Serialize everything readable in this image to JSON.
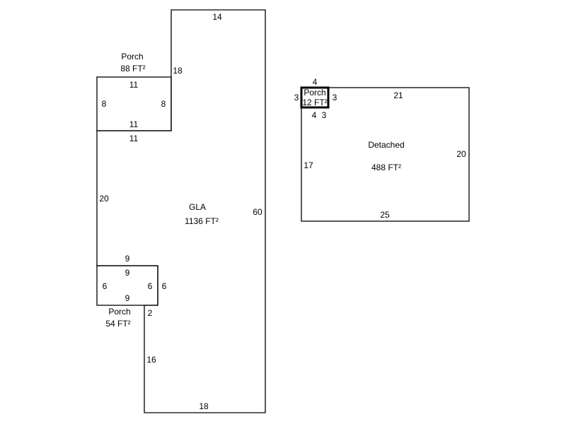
{
  "gla": {
    "name": "GLA",
    "area": "1136 FT²",
    "dims": {
      "top": "14",
      "right": "60",
      "bottom": "18",
      "left_lower": "16",
      "step": "2",
      "left_mid": "20",
      "porch_top_side": "18",
      "under_porch": "11",
      "above_lower_porch": "9",
      "right_of_lower_porch": "6"
    }
  },
  "porch_upper": {
    "name": "Porch",
    "area": "88 FT²",
    "dims": {
      "top": "11",
      "bottom": "11",
      "left": "8",
      "right": "8"
    }
  },
  "porch_lower": {
    "name": "Porch",
    "area": "54 FT²",
    "dims": {
      "top": "9",
      "bottom": "9",
      "left": "6",
      "right": "6"
    }
  },
  "detached": {
    "name": "Detached",
    "area": "488 FT²",
    "dims": {
      "top": "21",
      "right": "20",
      "bottom": "25",
      "left": "17"
    }
  },
  "porch_small": {
    "name": "Porch",
    "area": "12 FT²",
    "dims": {
      "bottom": "4",
      "right": "3",
      "left": "3",
      "top": "4",
      "inner": "3"
    }
  }
}
